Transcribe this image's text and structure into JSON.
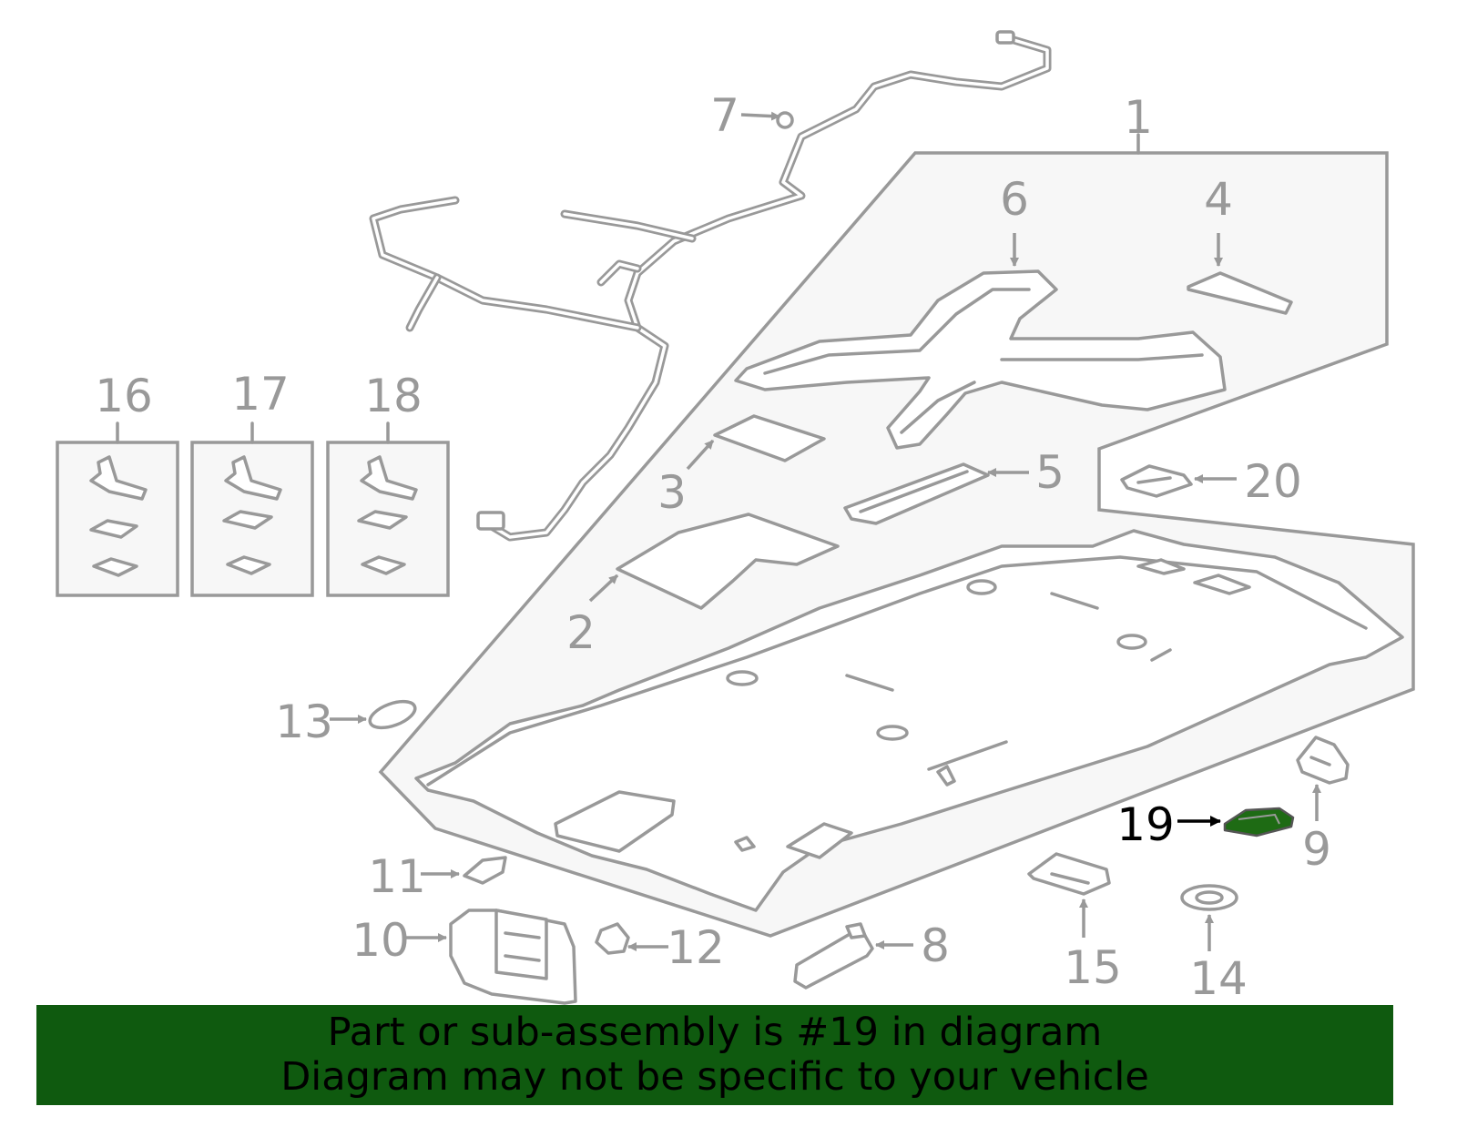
{
  "diagram": {
    "highlight_color": "#1e6b14",
    "line_color": "#999999",
    "callouts": {
      "c1": "1",
      "c2": "2",
      "c3": "3",
      "c4": "4",
      "c5": "5",
      "c6": "6",
      "c7": "7",
      "c8": "8",
      "c9": "9",
      "c10": "10",
      "c11": "11",
      "c12": "12",
      "c13": "13",
      "c14": "14",
      "c15": "15",
      "c16": "16",
      "c17": "17",
      "c18": "18",
      "c19": "19",
      "c20": "20"
    },
    "highlighted_part": "19"
  },
  "banner": {
    "background": "#0f5a0f",
    "line1": "Part or sub-assembly is #19 in diagram",
    "line2": "Diagram may not be specific to your vehicle"
  }
}
